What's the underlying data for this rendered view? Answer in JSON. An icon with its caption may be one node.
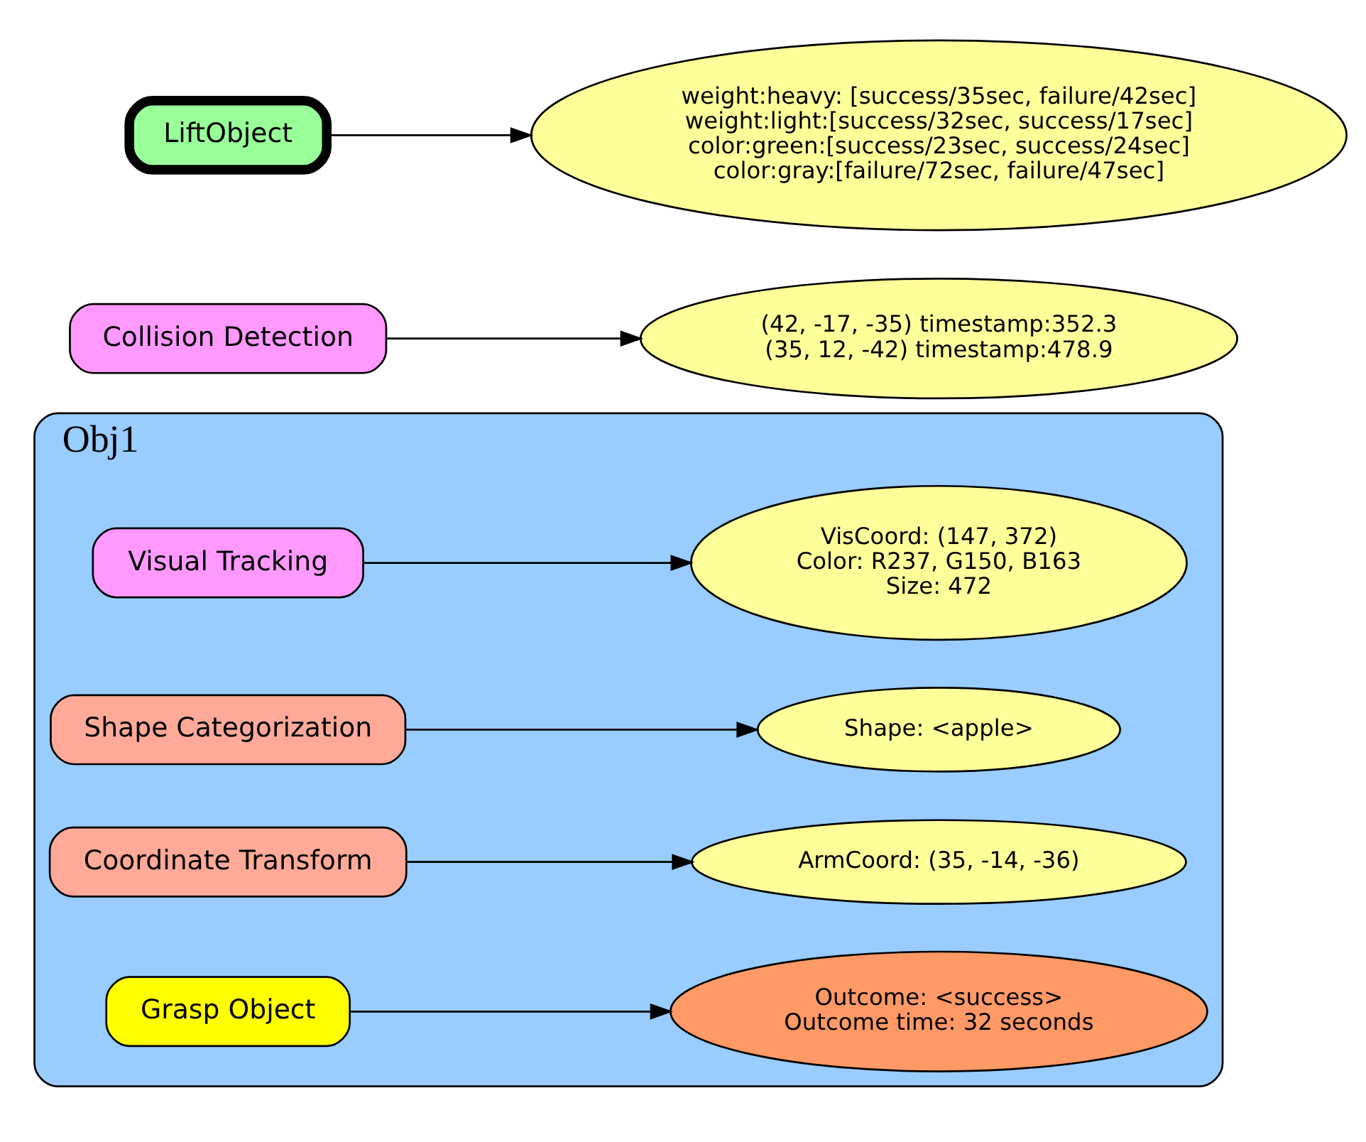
{
  "diagram": {
    "nodes": [
      {
        "text": [
          "Obj1"
        ]
      },
      {
        "text": [
          "Visual Tracking"
        ],
        "in": 0
      },
      {
        "text": [
          "VisCoord: (147, 372)",
          "Color: R237, G150, B163",
          "Size: 472"
        ],
        "in": 0
      },
      {
        "text": [
          "Shape Categorization"
        ],
        "in": 0
      },
      {
        "text": [
          "Shape: <apple>"
        ],
        "in": 0
      },
      {
        "text": [
          "Coordinate Transform"
        ],
        "in": 0
      },
      {
        "text": [
          "ArmCoord: (35, -14, -36)"
        ],
        "in": 0
      },
      {
        "text": [
          "Grasp Object"
        ],
        "in": 0
      },
      {
        "text": [
          "Outcome: <success>",
          "Outcome time: 32 seconds"
        ],
        "in": 0
      },
      {
        "text": [
          "Collision Detection"
        ]
      },
      {
        "text": [
          "(42, -17, -35) timestamp:352.3",
          "(35, 12, -42) timestamp:478.9"
        ]
      },
      {
        "text": [
          "LiftObject"
        ]
      },
      {
        "text": [
          "weight:heavy: [success/35sec, failure/42sec]",
          "weight:light:[success/32sec, success/17sec]",
          "color:green:[success/23sec, success/24sec]",
          "color:gray:[failure/72sec, failure/47sec]"
        ]
      }
    ],
    "edges": [
      {
        "from": 1,
        "to": 2,
        "arrow": "to"
      },
      {
        "from": 3,
        "to": 4,
        "arrow": "to"
      },
      {
        "from": 5,
        "to": 6,
        "arrow": "to"
      },
      {
        "from": 7,
        "to": 8,
        "arrow": "to"
      },
      {
        "from": 9,
        "to": 10,
        "arrow": "to"
      },
      {
        "from": 11,
        "to": 12,
        "arrow": "to"
      }
    ]
  }
}
